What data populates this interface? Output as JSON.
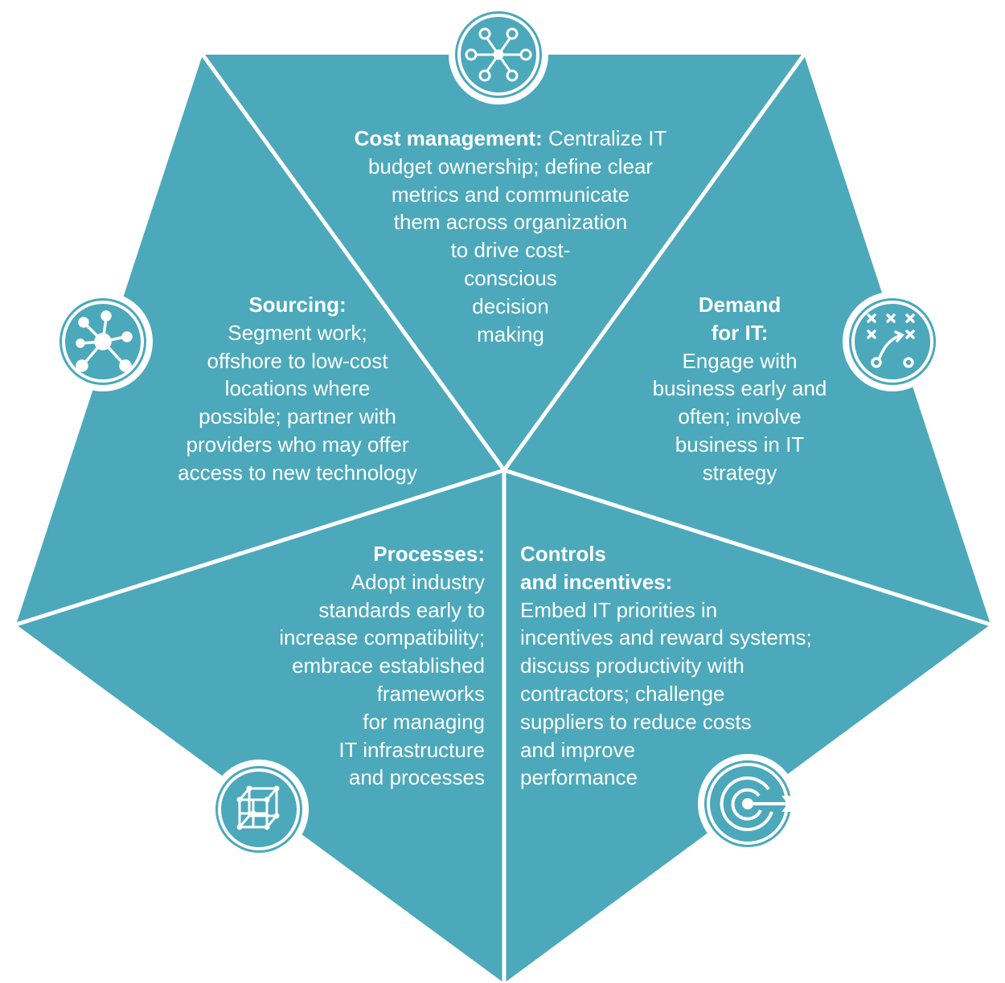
{
  "colors": {
    "fill": "#4ba9bb",
    "divider": "#ffffff",
    "text": "#ffffff"
  },
  "segments": {
    "cost_management": {
      "icon": "network-hub-icon",
      "heading": "Cost management:",
      "lines": [
        "Centralize IT",
        "budget ownership; define clear",
        "metrics and communicate",
        "them across organization",
        "to drive cost-",
        "conscious",
        "decision",
        "making"
      ]
    },
    "sourcing": {
      "icon": "molecule-icon",
      "heading": "Sourcing:",
      "lines": [
        "Segment work;",
        "offshore to low-cost",
        "locations where",
        "possible; partner with",
        "providers who may offer",
        "access to new technology"
      ]
    },
    "demand": {
      "icon": "strategy-play-icon",
      "heading_lines": [
        "Demand",
        "for IT:"
      ],
      "lines": [
        "Engage with",
        "business early and",
        "often; involve",
        "business in IT",
        "strategy"
      ]
    },
    "processes": {
      "icon": "cube-network-icon",
      "heading": "Processes:",
      "lines": [
        "Adopt industry",
        "standards early to",
        "increase compatibility;",
        "embrace established",
        "frameworks",
        "for managing",
        "IT infrastructure",
        "and processes"
      ]
    },
    "controls": {
      "icon": "target-arrow-icon",
      "heading_lines": [
        "Controls",
        "and incentives:"
      ],
      "lines": [
        "Embed IT priorities in",
        "incentives and reward systems;",
        "discuss productivity with",
        "contractors; challenge",
        "suppliers to reduce costs",
        "and improve",
        "performance"
      ]
    }
  }
}
